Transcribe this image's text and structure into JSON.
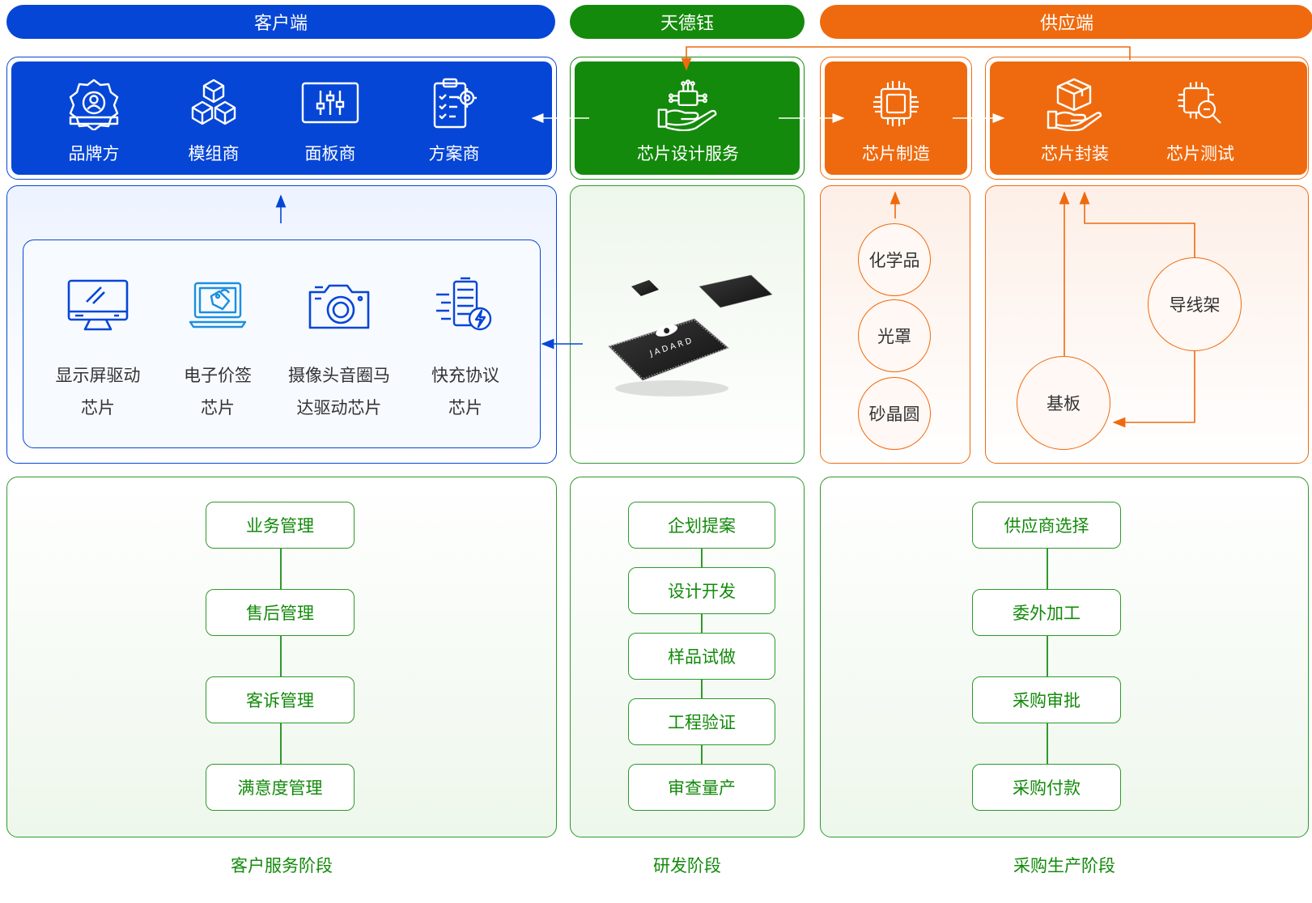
{
  "header": {
    "customer": "客户端",
    "company": "天德钰",
    "supplier": "供应端"
  },
  "customer_roles": [
    {
      "label": "品牌方",
      "icon": "brand-badge-icon"
    },
    {
      "label": "模组商",
      "icon": "cubes-icon"
    },
    {
      "label": "面板商",
      "icon": "panel-sliders-icon"
    },
    {
      "label": "方案商",
      "icon": "clipboard-gear-icon"
    }
  ],
  "design_service": {
    "label": "芯片设计服务",
    "icon": "hand-chip-icon"
  },
  "manufacturing": {
    "label": "芯片制造",
    "icon": "chip-icon"
  },
  "packaging": {
    "label": "芯片封装",
    "icon": "hand-box-icon"
  },
  "testing": {
    "label": "芯片测试",
    "icon": "chip-magnifier-icon"
  },
  "products": [
    {
      "line1": "显示屏驱动",
      "line2": "芯片",
      "icon": "monitor-icon"
    },
    {
      "line1": "电子价签",
      "line2": "芯片",
      "icon": "price-tag-laptop-icon"
    },
    {
      "line1": "摄像头音圈马",
      "line2": "达驱动芯片",
      "icon": "camera-icon"
    },
    {
      "line1": "快充协议",
      "line2": "芯片",
      "icon": "fast-charge-battery-icon"
    }
  ],
  "chip_logo_text": "JADARD",
  "materials_manufacturing": [
    "化学品",
    "光罩",
    "砂晶圆"
  ],
  "materials_packaging": {
    "leadframe": "导线架",
    "substrate": "基板"
  },
  "customer_process": [
    "业务管理",
    "售后管理",
    "客诉管理",
    "满意度管理"
  ],
  "rd_process": [
    "企划提案",
    "设计开发",
    "样品试做",
    "工程验证",
    "审查量产"
  ],
  "procurement_process": [
    "供应商选择",
    "委外加工",
    "采购审批",
    "采购付款"
  ],
  "stages": {
    "customer": "客户服务阶段",
    "rd": "研发阶段",
    "procurement": "采购生产阶段"
  },
  "colors": {
    "blue": "#0646d6",
    "green": "#138a0b",
    "orange": "#ef6a0e"
  }
}
